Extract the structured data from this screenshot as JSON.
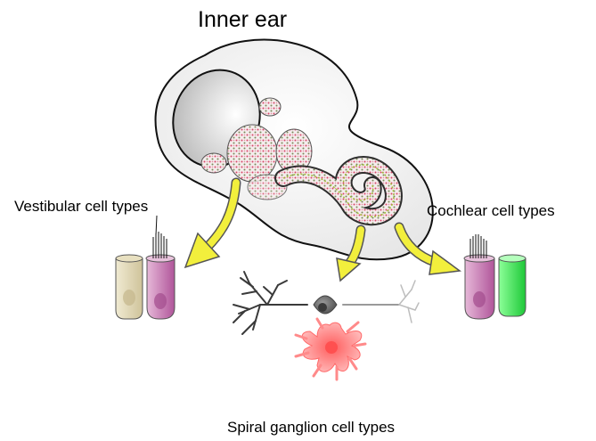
{
  "title": "Inner ear",
  "labels": {
    "vestibular": "Vestibular cell types",
    "cochlear": "Cochlear cell types",
    "spiral": "Spiral ganglion cell types"
  },
  "colors": {
    "ear_fill": "#eeeeee",
    "arrow": "#f2ef3c",
    "hair_cell": "#c86fae",
    "support_cell": "#d8cfa6",
    "cochlear_green": "#35e04a",
    "neuron": "#8a8a8a",
    "glial": "#ff7b7b"
  }
}
